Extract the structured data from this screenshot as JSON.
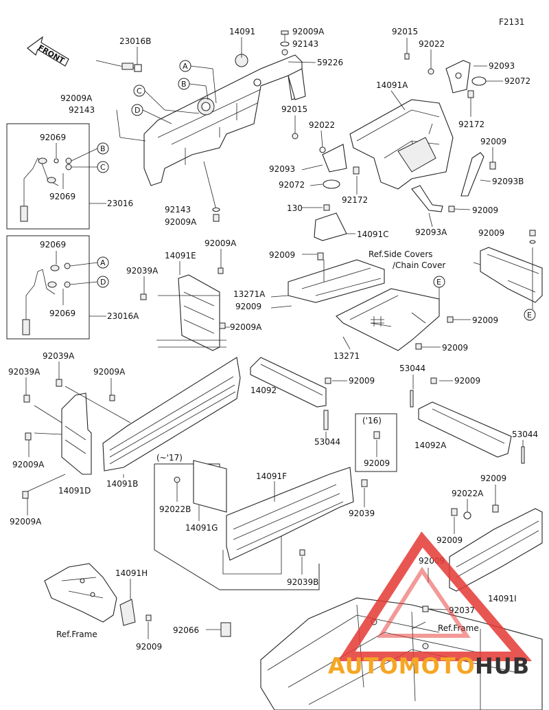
{
  "figure_code": "F2131",
  "front_label": "FRONT",
  "callouts": [
    "A",
    "B",
    "C",
    "D",
    "E"
  ],
  "parts": {
    "p14091": "14091",
    "p92009A": "92009A",
    "p92143": "92143",
    "p59226": "59226",
    "p23016B": "23016B",
    "p92015": "92015",
    "p92022": "92022",
    "p92093": "92093",
    "p92072": "92072",
    "p92172": "92172",
    "p14091A": "14091A",
    "p92009": "92009",
    "p92093B": "92093B",
    "p92093A": "92093A",
    "p92069": "92069",
    "p23016": "23016",
    "p23016A": "23016A",
    "p130": "130",
    "p14091C": "14091C",
    "p14091E": "14091E",
    "p92039A": "92039A",
    "p13271A": "13271A",
    "p13271": "13271",
    "p53044": "53044",
    "p14092": "14092",
    "p14092A": "14092A",
    "p14091B": "14091B",
    "p14091D": "14091D",
    "p14091F": "14091F",
    "p14091G": "14091G",
    "p92022B": "92022B",
    "p92039": "92039",
    "p92039B": "92039B",
    "p92022A": "92022A",
    "p14091H": "14091H",
    "p14091I": "14091I",
    "p92037": "92037",
    "p92066": "92066"
  },
  "notes": {
    "ref_side_covers": "Ref.Side Covers",
    "chain_cover": "/Chain Cover",
    "ref_frame": "Ref.Frame",
    "year_16": "('16)",
    "year_17": "(~'17)"
  },
  "watermark": {
    "text_part1": "AUTOMOTO",
    "text_part2": "HUB",
    "color_red": "#e53935",
    "color_orange": "#f5a623",
    "color_dark": "#333333"
  }
}
